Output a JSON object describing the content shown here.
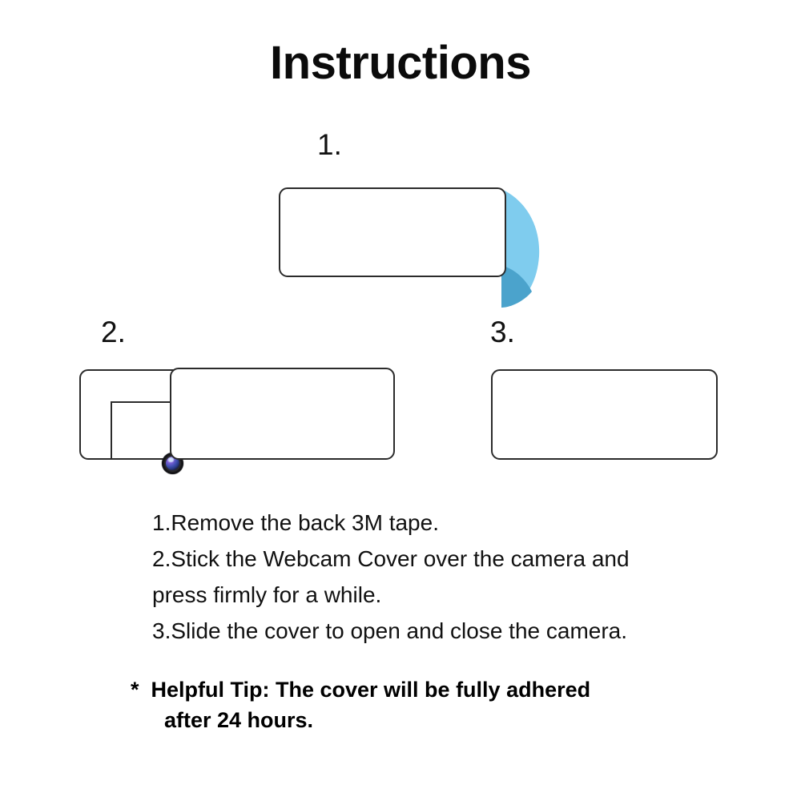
{
  "page": {
    "title": "Instructions",
    "background_color": "#ffffff",
    "text_color": "#111111"
  },
  "steps": [
    {
      "number": "1.",
      "name": "remove-tape",
      "figure": "cover with blue adhesive tape peeling off the right edge"
    },
    {
      "number": "2.",
      "name": "stick-over-camera",
      "figure": "webcam cover with slider open showing camera lens"
    },
    {
      "number": "3.",
      "name": "slide-cover",
      "figure": "webcam cover closed"
    }
  ],
  "instructions": [
    "1.Remove the back 3M tape.",
    "2.Stick the Webcam Cover over the camera and",
    "press firmly for a while.",
    "3.Slide the cover to open and close the camera."
  ],
  "tip": {
    "marker": "*",
    "line_1": "*  Helpful Tip: The cover will be fully adhered",
    "line_2": "after 24 hours."
  },
  "colors": {
    "tape_light_blue": "#7FCCEE",
    "tape_dark_blue": "#4BA3CC",
    "outline": "#2b2b2b",
    "lens_iris_purple": "#7b5fd6",
    "lens_iris_blue": "#3f4fb0",
    "lens_body_black": "#0b0b10"
  },
  "icons": {
    "camera_lens": "camera-lens-icon",
    "tape_flap": "peeling-tape-icon"
  }
}
